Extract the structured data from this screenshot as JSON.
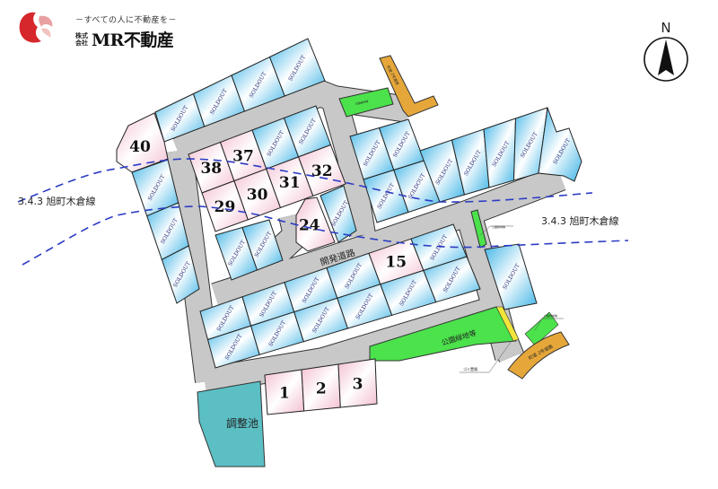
{
  "logo": {
    "tagline": "－すべての人に不動産を－",
    "corp_type": "株式会社",
    "brand": "MR不動産"
  },
  "compass": {
    "label": "N"
  },
  "planned_road": {
    "left_label": "3.4.3 旭町木倉線",
    "right_label": "3.4.3 旭町木倉線"
  },
  "labels": {
    "dev_road": "開発道路",
    "pond": "調整池",
    "park_large": "公園緑地等",
    "park_small_top": "公園緑地等",
    "park_small_right": "公園緑地等",
    "park_small_lower": "公園緑地等",
    "garbage": "ゴミ置場",
    "town_road_top": "町道 2号道路",
    "town_road_bottom": "町道 2号道路"
  },
  "colors": {
    "sold": "#4fbde9",
    "available": "#f4c3d4",
    "road": "#c8c8c8",
    "park": "#4be24b",
    "town_road": "#e6a73a",
    "pond": "#5bbfc4",
    "planned_road_line": "#2b3cc4"
  },
  "lots": [
    "SOLDOUT",
    "SOLDOUT",
    "SOLDOUT",
    "SOLDOUT",
    "40",
    "SOLDOUT",
    "SOLDOUT",
    "SOLDOUT",
    "38",
    "37",
    "SOLDOUT",
    "SOLDOUT",
    "29",
    "30",
    "31",
    "32",
    "24",
    "SOLDOUT",
    "SOLDOUT",
    "SOLDOUT",
    "SOLDOUT",
    "SOLDOUT",
    "SOLDOUT",
    "SOLDOUT",
    "SOLDOUT",
    "SOLDOUT",
    "SOLDOUT",
    "SOLDOUT",
    "SOLDOUT",
    "SOLDOUT",
    "SOLDOUT",
    "SOLDOUT",
    "SOLDOUT",
    "SOLDOUT",
    "15",
    "SOLDOUT",
    "SOLDOUT",
    "SOLDOUT",
    "SOLDOUT",
    "SOLDOUT",
    "SOLDOUT",
    "SOLDOUT",
    "1",
    "2",
    "3"
  ]
}
